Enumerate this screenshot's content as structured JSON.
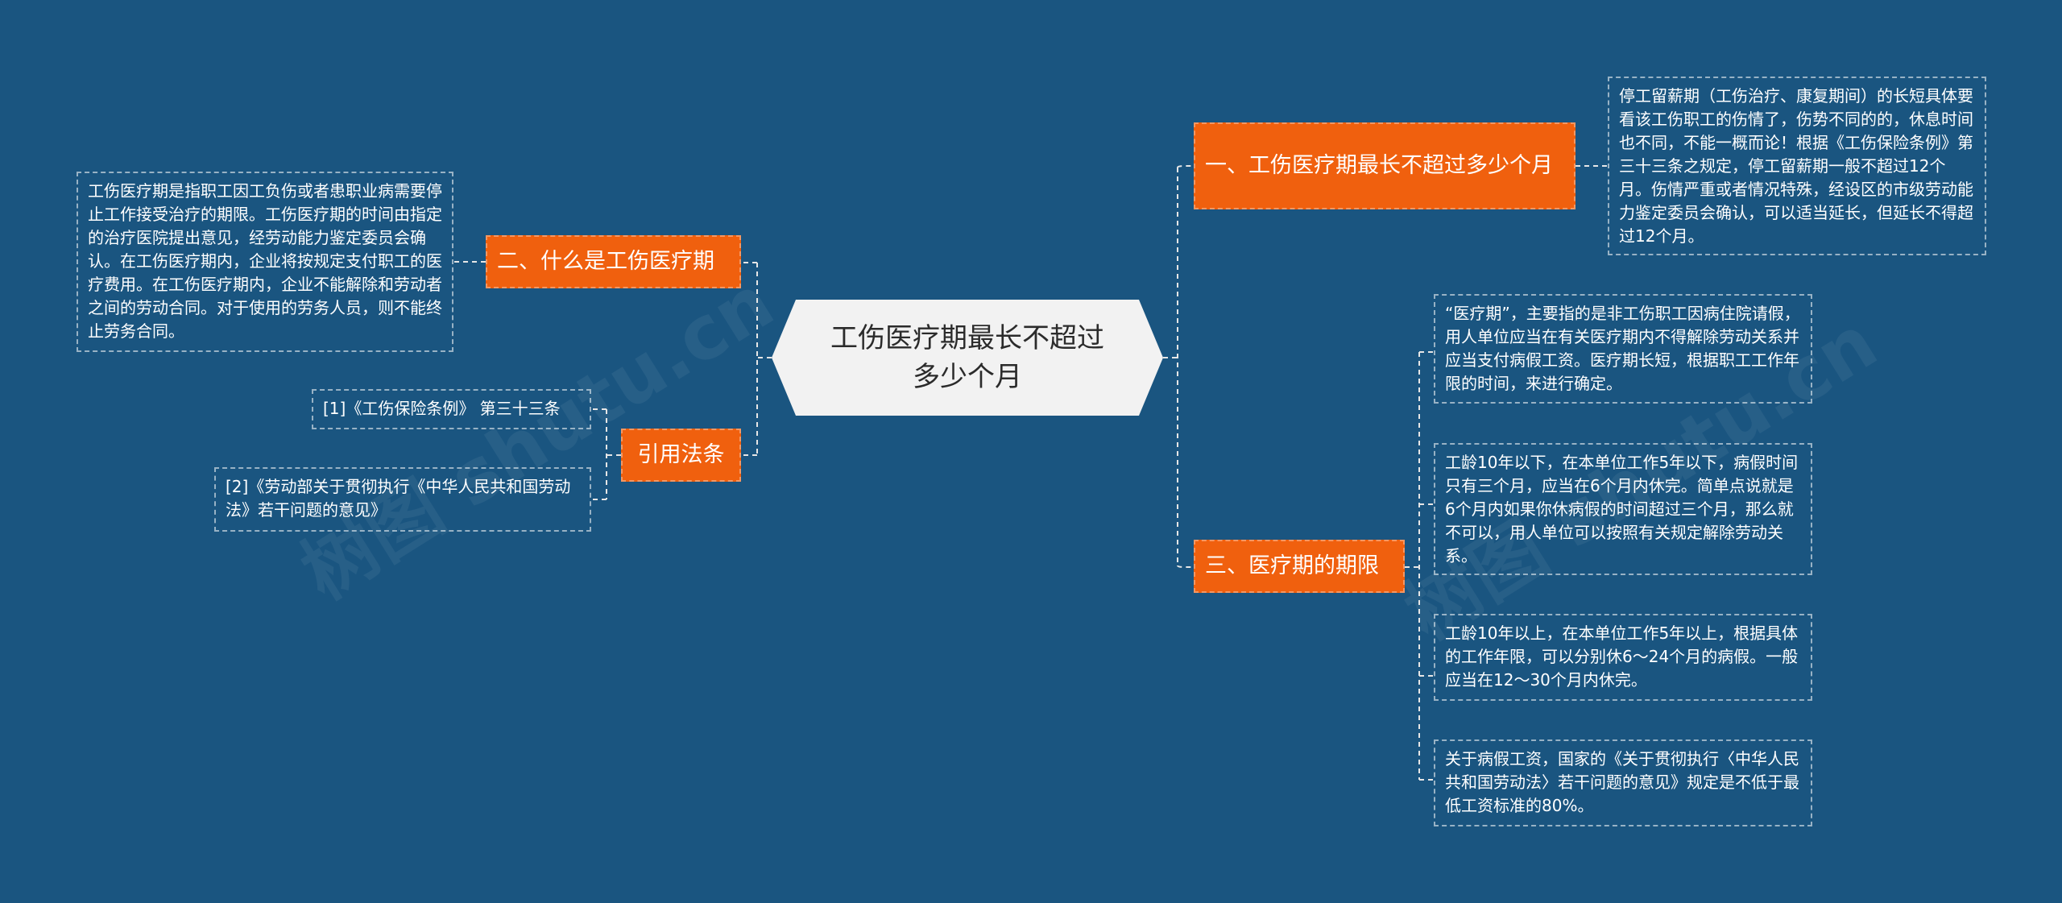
{
  "colors": {
    "background": "#1a5580",
    "root_fill": "#f2f2f2",
    "branch_fill": "#f0600e",
    "connector": "#e6e6e6"
  },
  "watermark": "树图 shutu.cn",
  "root": {
    "text": "工伤医疗期最长不超过多少个月"
  },
  "branches": {
    "b1": {
      "label": "一、工伤医疗期最长不超过多少个月",
      "leaves": [
        "停工留薪期（工伤治疗、康复期间）的长短具体要看该工伤职工的伤情了，伤势不同的的，休息时间也不同，不能一概而论！根据《工伤保险条例》第三十三条之规定，停工留薪期一般不超过12个月。伤情严重或者情况特殊，经设区的市级劳动能力鉴定委员会确认，可以适当延长，但延长不得超过12个月。"
      ]
    },
    "b2": {
      "label": "二、什么是工伤医疗期",
      "leaves": [
        "工伤医疗期是指职工因工负伤或者患职业病需要停止工作接受治疗的期限。工伤医疗期的时间由指定的治疗医院提出意见，经劳动能力鉴定委员会确认。在工伤医疗期内，企业将按规定支付职工的医疗费用。在工伤医疗期内，企业不能解除和劳动者之间的劳动合同。对于使用的劳务人员，则不能终止劳务合同。"
      ]
    },
    "b3": {
      "label": "三、医疗期的期限",
      "leaves": [
        "“医疗期”，主要指的是非工伤职工因病住院请假，用人单位应当在有关医疗期内不得解除劳动关系并应当支付病假工资。医疗期长短，根据职工工作年限的时间，来进行确定。",
        "工龄10年以下，在本单位工作5年以下，病假时间只有三个月，应当在6个月内休完。简单点说就是6个月内如果你休病假的时间超过三个月，那么就不可以，用人单位可以按照有关规定解除劳动关系。",
        "工龄10年以上，在本单位工作5年以上，根据具体的工作年限，可以分别休6～24个月的病假。一般应当在12～30个月内休完。",
        "关于病假工资，国家的《关于贯彻执行〈中华人民共和国劳动法〉若干问题的意见》规定是不低于最低工资标准的80%。"
      ]
    },
    "b4": {
      "label": "引用法条",
      "leaves": [
        "[1]《工伤保险条例》 第三十三条",
        "[2]《劳动部关于贯彻执行《中华人民共和国劳动法》若干问题的意见》"
      ]
    }
  }
}
